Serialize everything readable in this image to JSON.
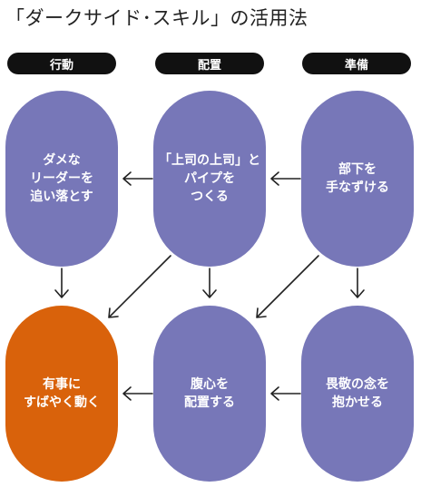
{
  "title": "「ダークサイド･スキル」の活用法",
  "headers": [
    "行動",
    "配置",
    "準備"
  ],
  "nodes": {
    "top_left": "ダメな\nリーダーを\n追い落とす",
    "top_center": "「上司の上司」と\nパイプを\nつくる",
    "top_right": "部下を\n手なずける",
    "bottom_left": "有事に\nすばやく動く",
    "bottom_center": "腹心を\n配置する",
    "bottom_right": "畏敬の念を\n抱かせる"
  },
  "colors": {
    "node": "#7777b8",
    "highlight": "#d9620b",
    "header_bg": "#111111",
    "arrow": "#222222"
  }
}
